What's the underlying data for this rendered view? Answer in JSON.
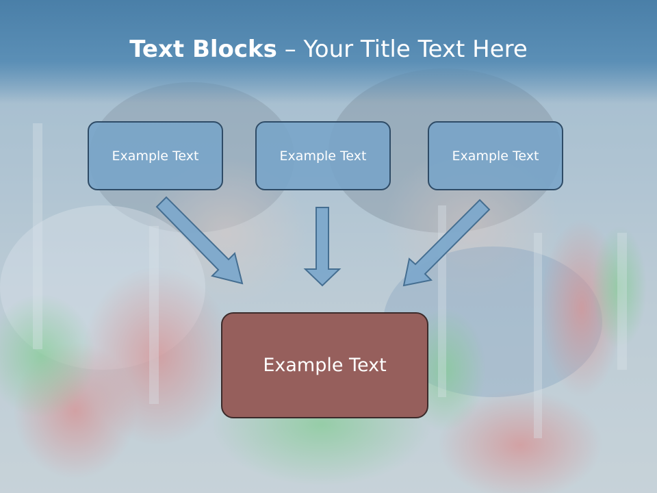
{
  "slide": {
    "title_bold": "Text Blocks",
    "title_dash": " – ",
    "title_rest": "Your Title Text Here"
  },
  "blocks": [
    {
      "label": "Example Text"
    },
    {
      "label": "Example Text"
    },
    {
      "label": "Example Text"
    }
  ],
  "main_block": {
    "label": "Example Text"
  },
  "colors": {
    "title_band": "#4a7fa8",
    "block_fill": "#78a4c8",
    "block_border": "#2e4b66",
    "main_fill": "#965f5c",
    "arrow_fill": "#7ea9cc",
    "arrow_border": "#3f6a8e"
  }
}
